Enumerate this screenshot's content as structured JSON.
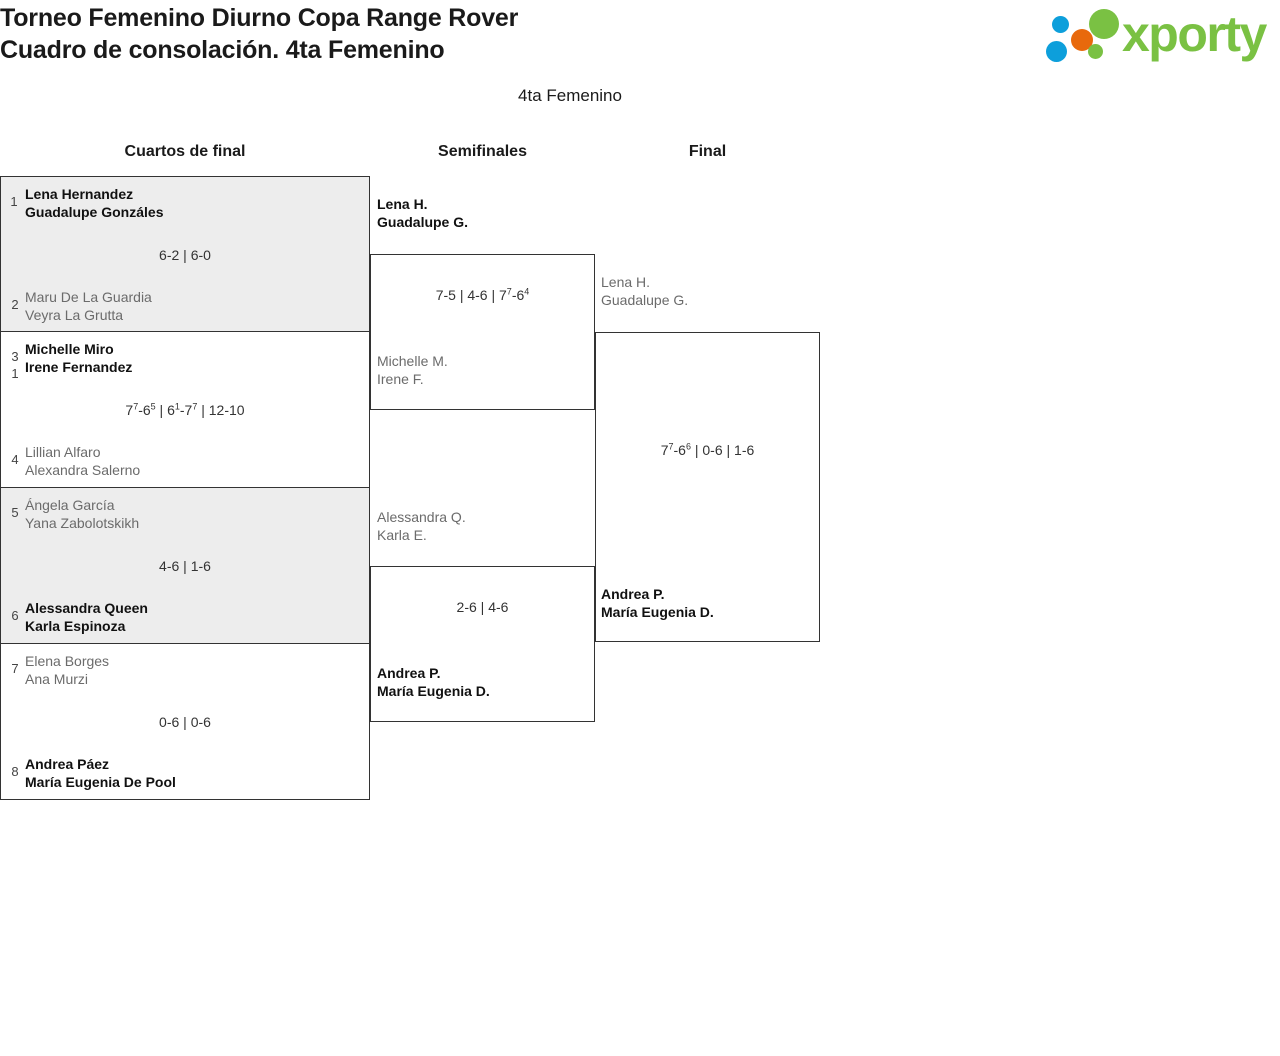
{
  "header": {
    "title_line1": "Torneo Femenino Diurno Copa Range Rover",
    "title_line2": "Cuadro de consolación. 4ta Femenino",
    "logo_word": "xporty",
    "logo_colors": {
      "green": "#7ac143",
      "blue": "#0d9fdb",
      "orange": "#e8690c"
    }
  },
  "category_title": "4ta Femenino",
  "round_headers": [
    {
      "label": "Cuartos de final"
    },
    {
      "label": "Semifinales"
    },
    {
      "label": "Final"
    }
  ],
  "bracket": {
    "quarterfinals": [
      {
        "seed_top": "1",
        "top_p1": "Lena Hernandez",
        "top_p2": "Guadalupe Gonzáles",
        "top_winner": true,
        "score": "6-2 | 6-0",
        "seed_bottom": "2",
        "bottom_p1": "Maru De La Guardia",
        "bottom_p2": "Veyra La Grutta",
        "bottom_winner": false,
        "shaded": true
      },
      {
        "seed_top": "3",
        "top_p1": "Michelle Miro",
        "top_p2": "Irene Fernandez",
        "top_winner": true,
        "score": "7⁷-6⁵ | 6¹-7⁷ | 12-10",
        "seed_bottom": "4",
        "bottom_p1": "Lillian Alfaro",
        "bottom_p2": "Alexandra Salerno",
        "bottom_winner": false,
        "shaded": false
      },
      {
        "seed_top": "5",
        "top_p1": "Ángela García",
        "top_p2": "Yana Zabolotskikh",
        "top_winner": false,
        "score": "4-6 | 1-6",
        "seed_bottom": "6",
        "bottom_p1": "Alessandra Queen",
        "bottom_p2": "Karla Espinoza",
        "bottom_winner": true,
        "shaded": true
      },
      {
        "seed_top": "7",
        "top_p1": "Elena Borges",
        "top_p2": "Ana Murzi",
        "top_winner": false,
        "score": "0-6 | 0-6",
        "seed_bottom": "8",
        "bottom_p1": "Andrea Páez",
        "bottom_p2": "María Eugenia De Pool",
        "bottom_winner": true,
        "shaded": false
      }
    ],
    "semifinals": [
      {
        "top_p1": "Lena H.",
        "top_p2": "Guadalupe G.",
        "top_winner": true,
        "score": "7-5 | 4-6 | 7⁷-6⁴",
        "bottom_p1": "Michelle M.",
        "bottom_p2": "Irene F.",
        "bottom_winner": false
      },
      {
        "top_p1": "Alessandra Q.",
        "top_p2": "Karla E.",
        "top_winner": false,
        "score": "2-6 | 4-6",
        "bottom_p1": "Andrea P.",
        "bottom_p2": "María Eugenia D.",
        "bottom_winner": true
      }
    ],
    "final": {
      "top_p1": "Lena H.",
      "top_p2": "Guadalupe G.",
      "top_winner": false,
      "score": "7⁷-6⁶ | 0-6 | 1-6",
      "bottom_p1": "Andrea P.",
      "bottom_p2": "María Eugenia D.",
      "bottom_winner": true
    }
  }
}
